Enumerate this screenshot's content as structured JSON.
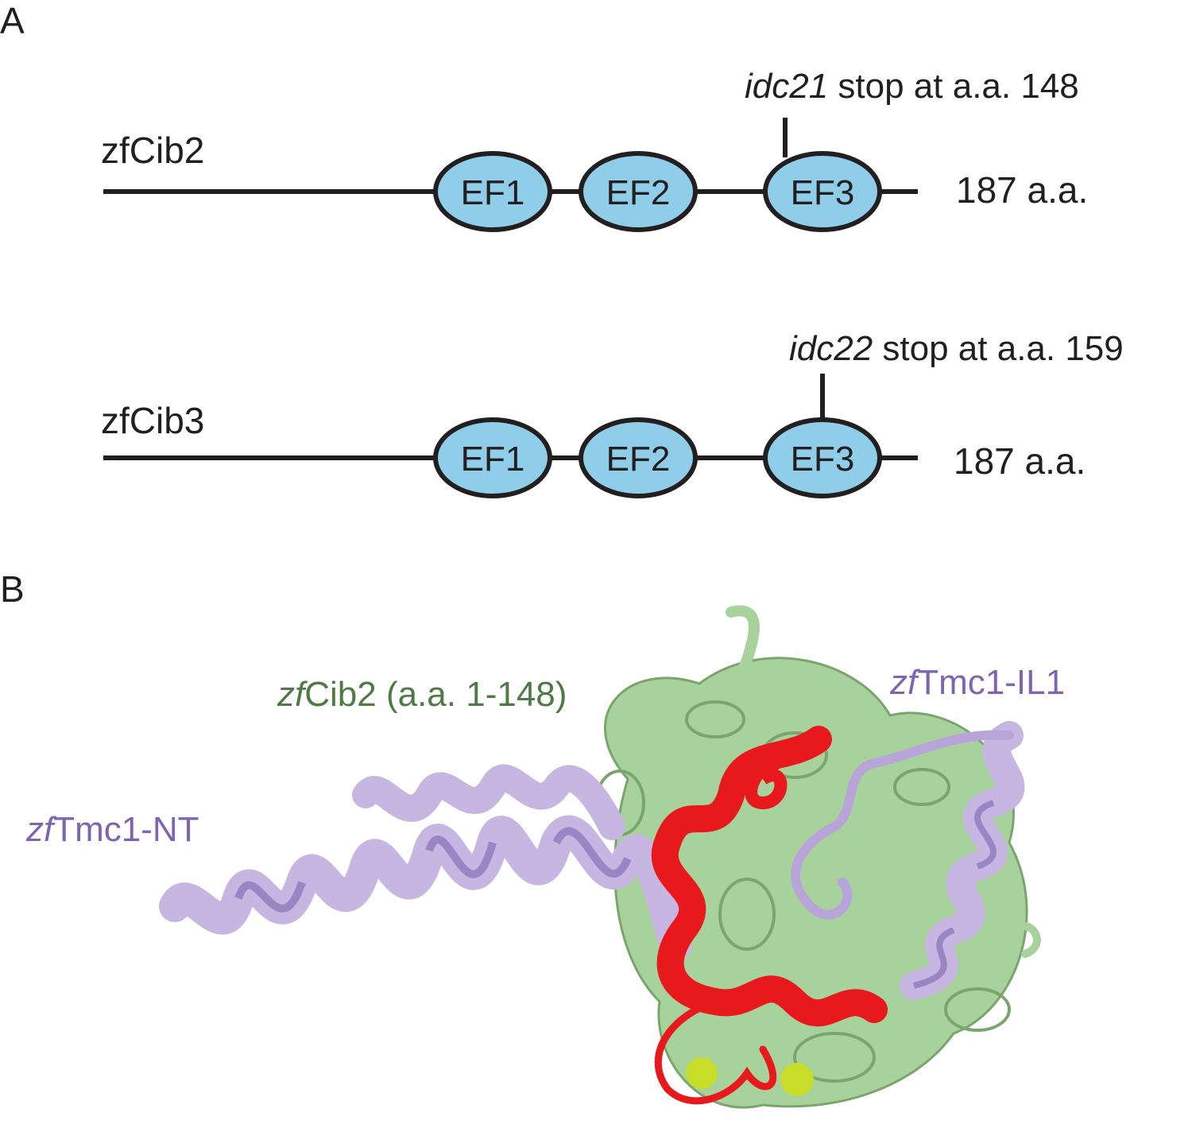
{
  "panel_a": {
    "letter": "A",
    "proteins": [
      {
        "name": "zfCib2",
        "length_label": "187 a.a.",
        "domains": [
          "EF1",
          "EF2",
          "EF3"
        ],
        "mutation": {
          "allele": "idc21",
          "text": " stop at a.a. 148"
        }
      },
      {
        "name": "zfCib3",
        "length_label": "187 a.a.",
        "domains": [
          "EF1",
          "EF2",
          "EF3"
        ],
        "mutation": {
          "allele": "idc22",
          "text": " stop at a.a. 159"
        }
      }
    ]
  },
  "panel_b": {
    "letter": "B",
    "labels": {
      "cib2": {
        "prefix": "zf",
        "text": "Cib2 (a.a. 1-148)"
      },
      "tmc1_il1": {
        "prefix": "zf",
        "text": "Tmc1-IL1"
      },
      "tmc1_nt": {
        "prefix": "zf",
        "text": "Tmc1-NT"
      }
    }
  },
  "colors": {
    "line": "#231f20",
    "domain_fill": "#8fcde8",
    "cib2_green": "#4f7a45",
    "cib2_ribbon": "#a7d29c",
    "tmc1_purple": "#7d65b2",
    "tmc1_ribbon": "#c8b6e2",
    "highlight_red": "#e8191d",
    "ion_yellow": "#c7dd2a"
  }
}
